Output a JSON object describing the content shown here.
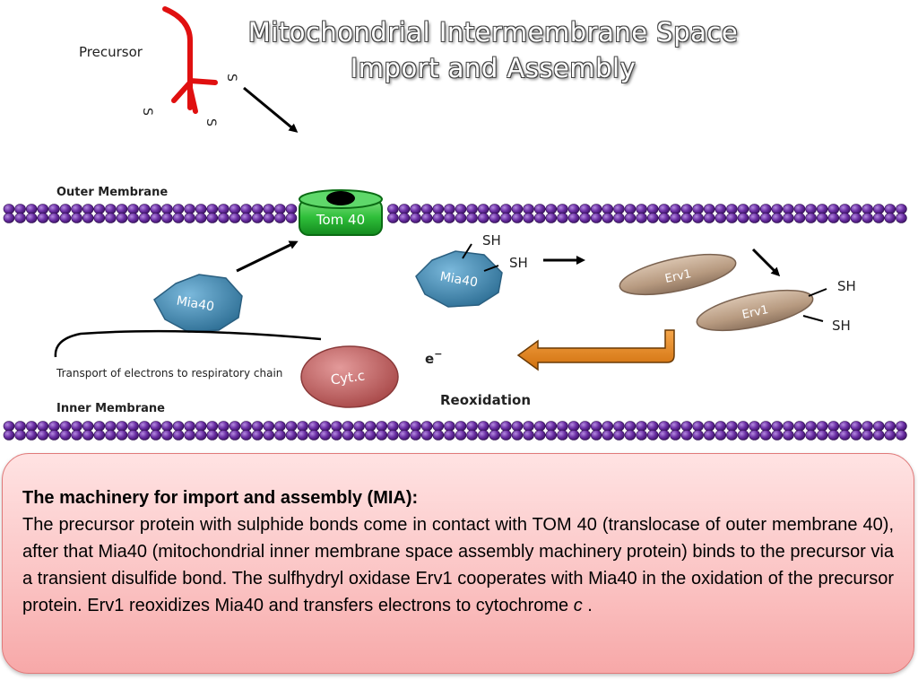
{
  "title": {
    "line1": "Mitochondrial Intermembrane Space",
    "line2": "Import and Assembly"
  },
  "diagram": {
    "precursor_label": "Precursor",
    "s_label": "S",
    "outer_membrane_label": "Outer Membrane",
    "inner_membrane_label": "Inner Membrane",
    "tom40_label": "Tom 40",
    "mia40_label": "Mia40",
    "sh_label": "SH",
    "erv1_label": "Erv1",
    "electron_label": "e",
    "electron_sup": "−",
    "cytc_label": "Cyt.c",
    "reoxidation_label": "Reoxidation",
    "transport_label": "Transport of electrons to respiratory chain",
    "colors": {
      "membrane_purple": "#6a2ea3",
      "tom40_green": "#2fbf3a",
      "mia40_blue": "#4a90b8",
      "erv1_tan": "#b79a80",
      "cytc_red": "#c96b6b",
      "precursor_red": "#e01010",
      "reoxidation_arrow": "#e8861c"
    }
  },
  "info": {
    "heading": "The machinery for import and assembly (MIA):",
    "body": "The precursor protein with sulphide bonds come in contact with TOM 40 (translocase of outer membrane 40), after that Mia40 (mitochondrial inner membrane space assembly machinery protein) binds to the precursor via a transient disulfide bond. The sulfhydryl oxidase Erv1 cooperates with Mia40 in the oxidation of the precursor protein. Erv1 reoxidizes Mia40 and transfers electrons to cytochrome",
    "body_italic": "c",
    "body_end": "."
  }
}
